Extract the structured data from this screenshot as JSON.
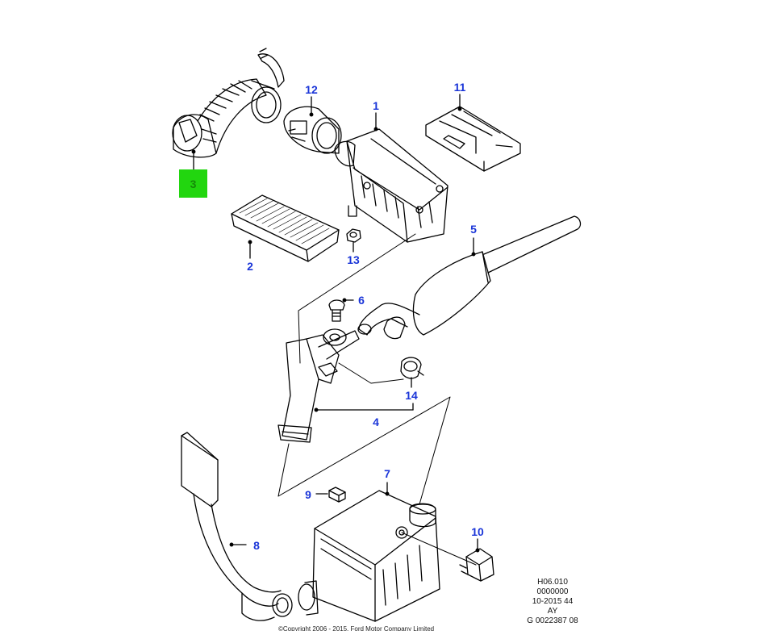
{
  "diagram": {
    "highlight_color": "#22d60f",
    "callout_color": "#1a35d8",
    "highlighted_part": "3",
    "callouts": [
      {
        "id": "1",
        "label": "1"
      },
      {
        "id": "2",
        "label": "2"
      },
      {
        "id": "3",
        "label": "3"
      },
      {
        "id": "4",
        "label": "4"
      },
      {
        "id": "5",
        "label": "5"
      },
      {
        "id": "6",
        "label": "6"
      },
      {
        "id": "7",
        "label": "7"
      },
      {
        "id": "8",
        "label": "8"
      },
      {
        "id": "9",
        "label": "9"
      },
      {
        "id": "10",
        "label": "10"
      },
      {
        "id": "11",
        "label": "11"
      },
      {
        "id": "12",
        "label": "12"
      },
      {
        "id": "13",
        "label": "13"
      },
      {
        "id": "14",
        "label": "14"
      }
    ],
    "meta_lines": [
      "H06.010",
      "0000000",
      "10-2015 44",
      "AY",
      "G 0022387 08"
    ],
    "copyright": "©Copyright 2006 - 2015, Ford Motor Company Limited"
  }
}
